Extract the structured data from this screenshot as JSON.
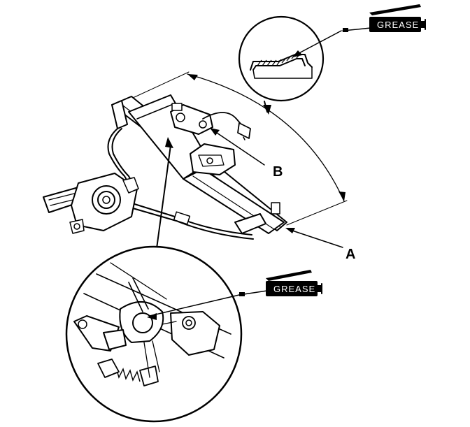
{
  "callouts": {
    "a": "A",
    "b": "B"
  },
  "grease_tubes": [
    {
      "label": "GREASE"
    },
    {
      "label": "GREASE"
    }
  ],
  "icons": [
    "grease-tube-icon",
    "magnified-detail-circle",
    "window-regulator-motor"
  ]
}
